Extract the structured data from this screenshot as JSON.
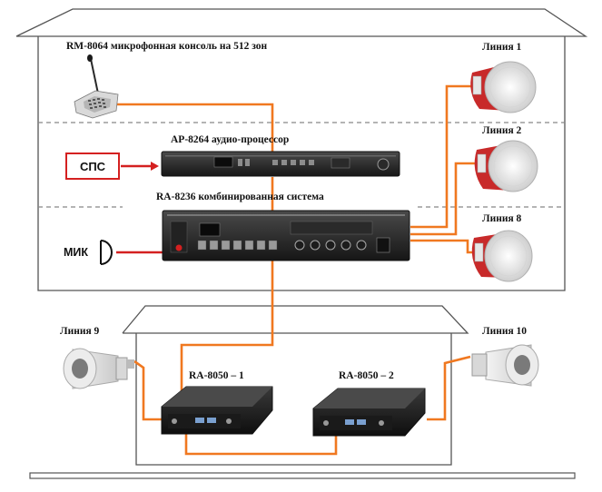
{
  "labels": {
    "console": "RM-8064 микрофонная консоль на 512 зон",
    "processor": "AP-8264 аудио-процессор",
    "combined": "RA-8236 комбинированная система",
    "amp1": "RA-8050 – 1",
    "amp2": "RA-8050 – 2",
    "sps": "СПС",
    "mic": "МИК",
    "line1": "Линия 1",
    "line2": "Линия 2",
    "line8": "Линия 8",
    "line9": "Линия 9",
    "line10": "Линия 10"
  },
  "colors": {
    "cable": "#f07820",
    "alarm_line": "#d42020",
    "building_outline": "#555555",
    "speaker_red": "#c82a2a"
  }
}
